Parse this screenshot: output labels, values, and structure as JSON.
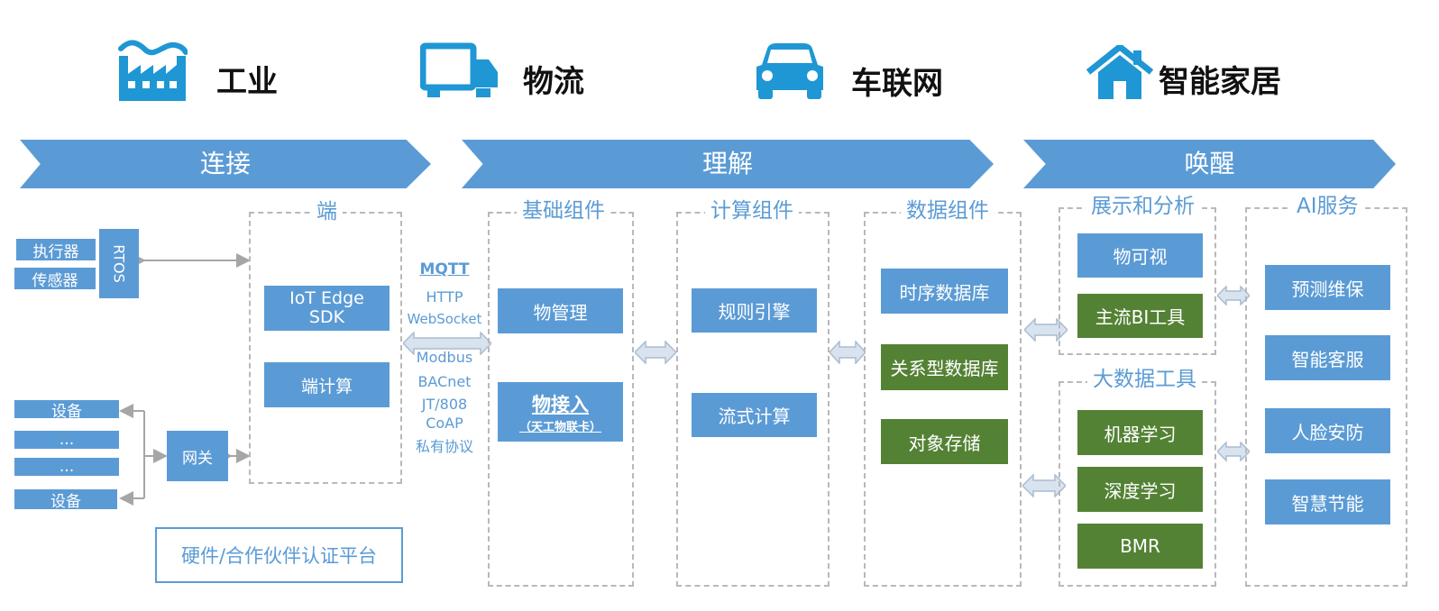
{
  "industries": [
    {
      "label": "工业",
      "icon": "factory-icon"
    },
    {
      "label": "物流",
      "icon": "truck-icon"
    },
    {
      "label": "车联网",
      "icon": "car-icon"
    },
    {
      "label": "智能家居",
      "icon": "house-icon"
    }
  ],
  "banners": {
    "connect": "连接",
    "understand": "理解",
    "awaken": "唤醒"
  },
  "device": {
    "executor": "执行器",
    "sensor": "传感器",
    "rtos": "RTOS",
    "devices": [
      "设备",
      "...",
      "...",
      "设备"
    ],
    "gateway": "网关"
  },
  "edge": {
    "title": "端",
    "sdk_line1": "IoT Edge",
    "sdk_line2": "SDK",
    "compute": "端计算"
  },
  "protocols": [
    "MQTT",
    "HTTP",
    "WebSocket",
    "Modbus",
    "BACnet",
    "JT/808",
    "CoAP",
    "私有协议"
  ],
  "certification": "硬件/合作伙伴认证平台",
  "basic": {
    "title": "基础组件",
    "items": [
      "物管理",
      "物接入"
    ],
    "sub": "（天工物联卡）"
  },
  "compute": {
    "title": "计算组件",
    "items": [
      "规则引擎",
      "流式计算"
    ]
  },
  "datacomp": {
    "title": "数据组件",
    "items": [
      "时序数据库",
      "关系型数据库",
      "对象存储"
    ]
  },
  "display": {
    "title": "展示和分析",
    "items": [
      "物可视",
      "主流BI工具"
    ]
  },
  "bigdata": {
    "title": "大数据工具",
    "items": [
      "机器学习",
      "深度学习",
      "BMR"
    ]
  },
  "ai": {
    "title": "AI服务",
    "items": [
      "预测维保",
      "智能客服",
      "人脸安防",
      "智慧节能"
    ]
  },
  "colors": {
    "accent": "#5b9bd5",
    "green": "#548235",
    "icon": "#1f97d4",
    "dash": "#b9b9b9"
  }
}
